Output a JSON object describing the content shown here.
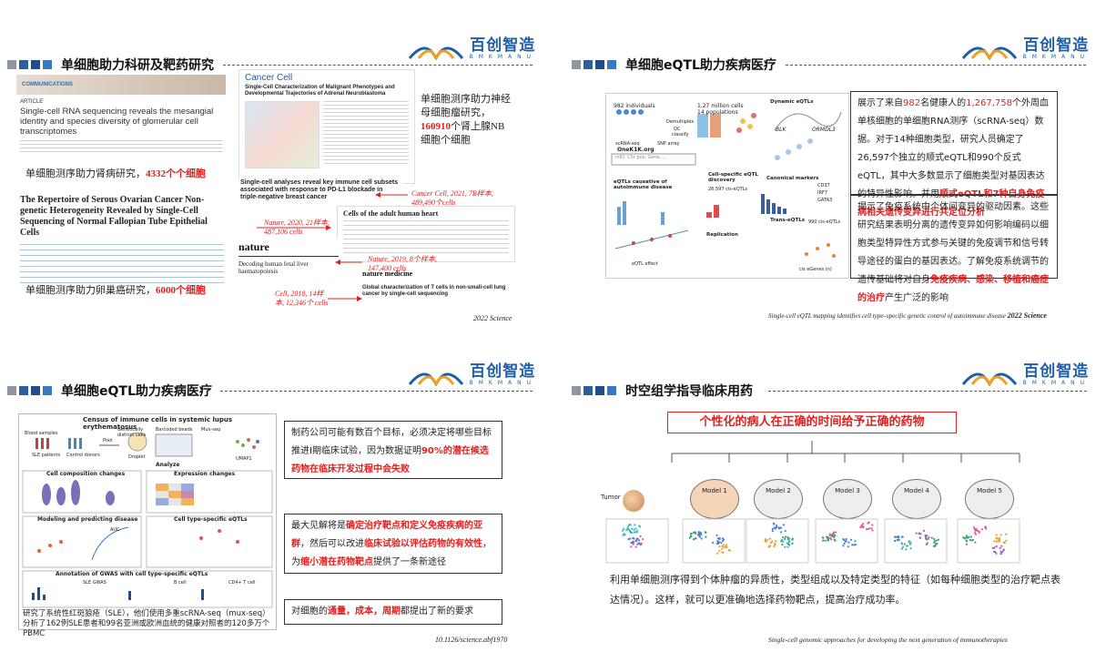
{
  "logo": {
    "cn": "百创智造",
    "en": "BMKMANU"
  },
  "slide1": {
    "title": "单细胞助力科研及靶药研究",
    "p1_journal": "COMMUNICATIONS",
    "p1_kind": "ARTICLE",
    "p1_title": "Single-cell RNA sequencing reveals the mesangial identity and species diversity of glomerular cell transcriptomes",
    "p1_note_a": "单细胞测序助力肾病研究，",
    "p1_note_b": "4332个个细胞",
    "p2_title": "The Repertoire of Serous Ovarian Cancer Non-genetic Heterogeneity Revealed by Single-Cell Sequencing of Normal Fallopian Tube Epithelial Cells",
    "p2_note_a": "单细胞测序助力卵巢癌研究，",
    "p2_note_b": "6000个细胞",
    "p3_journal": "Cancer Cell",
    "p3_title": "Single-Cell Characterization of Malignant Phenotypes and Developmental Trajectories of Adrenal Neuroblastoma",
    "p3_note_a": "单细胞测序助力神经母细胞瘤研究，",
    "p3_note_b": "160910",
    "p3_note_c": "个肾上腺NB细胞个细胞",
    "p4_title": "Single-cell analyses reveal key immune cell subsets associated with response to PD-L1 blockade in triple-negative breast cancer",
    "p5_title": "Cells of the adult human heart",
    "p6_journal": "nature",
    "p6_title": "Decoding human fetal liver haematopoiesis",
    "p7_journal": "nature medicine",
    "p7_title": "Global characterization of T cells in non-small-cell lung cancer by single-cell sequencing",
    "ann1": "Cancer Cell, 2021, 7B样本, 489,490个cells",
    "ann2": "Nature, 2020, 21样本, 487,106 cells",
    "ann3": "Nature, 2019, 8个样本, 147,400 cells",
    "ann4": "Cell, 2018, 14样本, 12,346个 cells",
    "caption": "2022 Science"
  },
  "slide2": {
    "title": "单细胞eQTL助力疾病医疗",
    "t1": "展示了来自",
    "t1r": "982",
    "t2": "名健康人的",
    "t2r": "1,267,758",
    "t3": "个外周血单核细胞的单细胞RNA测序（scRNA-seq）数据。对于14种细胞类型，研究人员确定了26,597个独立的顺式eQTL和990个反式eQTL，其中大多数显示了细胞类型对基因表达的特异性影响。并用",
    "t3r": "顺式eQTL和7种自身免疫病相关遗传变异进行共定位分析",
    "t4": "揭示了免疫系统中个体间变异的驱动因素。这些研究结果表明分离的遗传变异如何影响编码以细胞类型特异性方式参与关键的免疫调节和信号转导途径的蛋白的基因表达。了解免疫系统调节的遗传基础将对自身",
    "t4r": "免疫疾病、感染、移植和癌症的治疗",
    "t5": "产生广泛的影响",
    "caption": "Single-cell eQTL mapping identifies cell type–specific genetic control of autoimmune disease",
    "caption_b": "2022 Science",
    "fig": {
      "n1": "982 individuals",
      "n2": "1.27 million cells",
      "n3": "14 populations",
      "l1": "scRNA-seq",
      "l2": "SNP array",
      "l3": "Demultiplex",
      "l4": "QC",
      "l5": "classify",
      "db": "OneK1K.org",
      "db_ph": "rsID, Chr pos, Gene, ...",
      "h1": "eQTLs causative of autoimmune disease",
      "h2": "Cell-specific eQTL discovery",
      "h3": "Dynamic eQTLs",
      "h4": "Canonical markers",
      "h5": "Trans-eQTLs",
      "h6": "Replication",
      "v1": "26,597 cis-eQTLs",
      "v2": "990 cis-eQTLs",
      "g1": "BLK",
      "g2": "ORMDL3",
      "g3": "CD37",
      "g4": "IRF7",
      "g5": "GATA3",
      "x1": "eQTL effect",
      "x2": "cis eGenes (n)"
    }
  },
  "slide3": {
    "title": "单细胞eQTL助力疾病医疗",
    "fig_title": "Census of immune cells in systemic lupus erythematosus",
    "fig_labels": [
      "Blood samples",
      "SLE patients",
      "Control donors",
      "Pool",
      "Genetically distinct cells",
      "Barcoded beads",
      "Droplet",
      "Mux-seq",
      "Analyze",
      "Cell composition changes",
      "Expression changes",
      "Modeling and predicting disease",
      "Cell type-specific eQTLs",
      "Annotation of GWAS with cell type-specific eQTLs",
      "SLE GWAS",
      "B cell",
      "CD4+ T cell",
      "AUC",
      "UMAP1"
    ],
    "fig_note_a": "研究了系统性红斑狼疮（SLE），他们使用多重scRNA-seq（mux-seq）分析了162例SLE患者和99名亚洲或欧洲血统的健康对照者的120多万个PBMC",
    "box1_a": "制药公司可能有数百个目标，必须决定将哪些目标推进I期临床试验，因为数据证明",
    "box1_r": "90%的潜在候选药物在临床开发过程中会失败",
    "box2_a": "最大见解将是",
    "box2_r1": "确定治疗靶点和定义免疫疾病的亚群",
    "box2_b": "，然后可以改进",
    "box2_r2": "临床试验以评估药物的有效性",
    "box2_c": "，为",
    "box2_r3": "缩小潜在药物靶点",
    "box2_d": "提供了一条新途径",
    "box3_a": "对细胞的",
    "box3_r": "通量，成本，周期",
    "box3_b": "都提出了新的要求",
    "caption": "10.1126/science.abf1970"
  },
  "slide4": {
    "title": "时空组学指导临床用药",
    "banner": "个性化的病人在正确的时间给予正确的药物",
    "tumor": "Tumor",
    "models": [
      "Model 1",
      "Model 2",
      "Model 3",
      "Model 4",
      "Model 5"
    ],
    "desc": "利用单细胞测序得到个体肿瘤的异质性，类型组成以及特定类型的特征（如每种细胞类型的治疗靶点表达情况）。这样，就可以更准确地选择药物靶点，提高治疗成功率。",
    "caption": "Single-cell genomic approaches for developing the  next generation of immunotherapies"
  },
  "colors": {
    "accent_blue": "#1e5fa8",
    "highlight_red": "#e02020"
  }
}
